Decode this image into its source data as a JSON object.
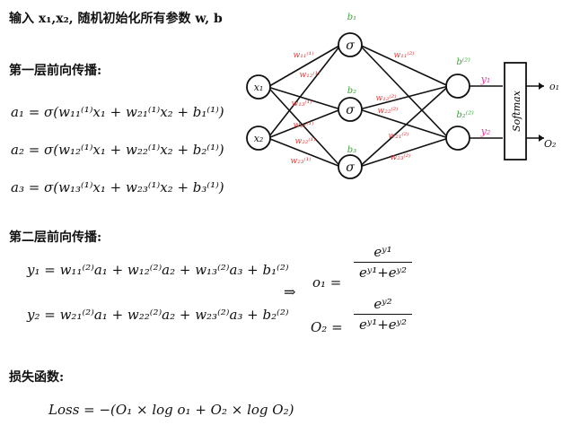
{
  "intro": "输入 x₁,x₂, 随机初始化所有参数 w, b",
  "section1": {
    "title": "第一层前向传播:",
    "eqs": [
      "a₁ = σ(w₁₁⁽¹⁾x₁ + w₂₁⁽¹⁾x₂ + b₁⁽¹⁾)",
      "a₂ = σ(w₁₂⁽¹⁾x₁ + w₂₂⁽¹⁾x₂ + b₂⁽¹⁾)",
      "a₃ = σ(w₁₃⁽¹⁾x₁ + w₂₃⁽¹⁾x₂ + b₃⁽¹⁾)"
    ]
  },
  "section2": {
    "title": "第二层前向传播:",
    "eqs": [
      "y₁ = w₁₁⁽²⁾a₁ + w₁₂⁽²⁾a₂ + w₁₃⁽²⁾a₃ + b₁⁽²⁾",
      "y₂ = w₂₁⁽²⁾a₁ + w₂₂⁽²⁾a₂ + w₂₃⁽²⁾a₃ + b₂⁽²⁾"
    ]
  },
  "arrow": "⇒",
  "softmax_eq": {
    "o1_label": "o₁ =",
    "o1_num": "eʸ¹",
    "o1_den": "eʸ¹+eʸ²",
    "o2_label": "O₂ =",
    "o2_num": "eʸ²",
    "o2_den": "eʸ¹+eʸ²"
  },
  "loss": {
    "title": "损失函数:",
    "eq": "Loss = −(O₁ × log o₁ + O₂ × log O₂)"
  },
  "network": {
    "inputs": [
      "x₁",
      "x₂"
    ],
    "hidden": [
      "σ",
      "σ",
      "σ"
    ],
    "bias_hidden": [
      "b₁",
      "b₂",
      "b₃"
    ],
    "bias_out": [
      "b⁽²⁾",
      "b₂⁽²⁾"
    ],
    "weights1": [
      "w₁₁⁽¹⁾",
      "w₁₂⁽¹⁾",
      "w₁₃⁽¹⁾",
      "w₂₁⁽¹⁾",
      "w₂₂⁽¹⁾",
      "w₂₃⁽¹⁾"
    ],
    "weights2": [
      "w₁₁⁽²⁾",
      "w₁₂⁽²⁾",
      "w₂₂⁽²⁾",
      "w₂₁⁽²⁾",
      "w₂₃⁽²⁾"
    ],
    "outputs": [
      "y₁",
      "y₂"
    ],
    "softmax": "Softmax",
    "final": [
      "o₁",
      "O₂"
    ],
    "weight_color": "#e23b3b",
    "bias_color": "#3aa83a",
    "y_color": "#e0409a"
  }
}
